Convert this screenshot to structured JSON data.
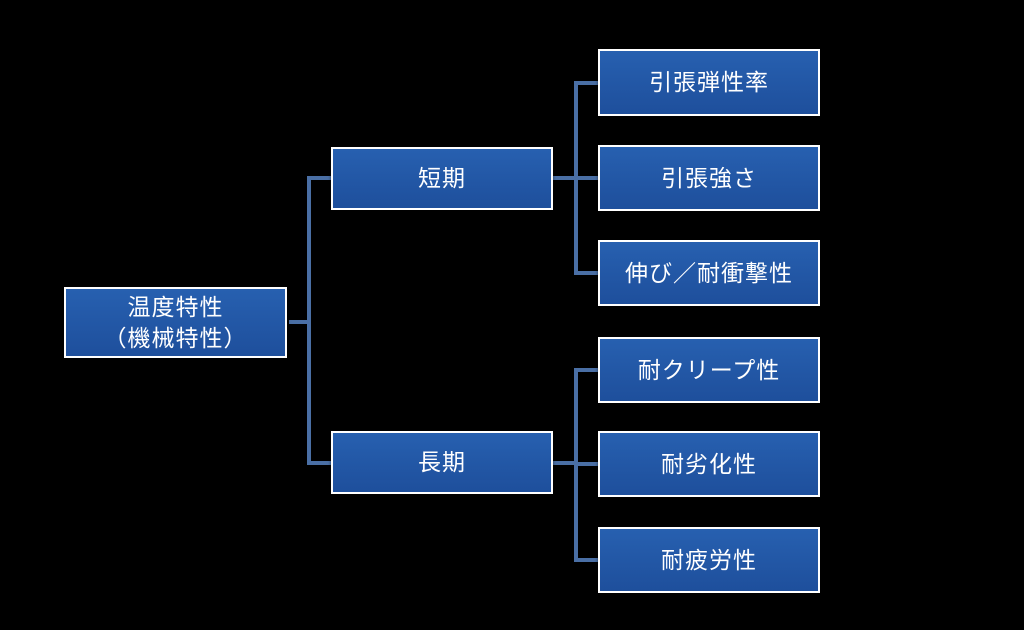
{
  "theme": {
    "background": "#000000",
    "node_fill_top": "#2760B0",
    "node_fill_bottom": "#1E4F9C",
    "node_border": "#FFFFFF",
    "node_text": "#FFFFFF",
    "connector": "#4A6FA5"
  },
  "diagram": {
    "type": "tree",
    "root": {
      "label_line1": "温度特性",
      "label_line2": "（機械特性）"
    },
    "branches": [
      {
        "label": "短期",
        "children": [
          {
            "label": "引張弾性率"
          },
          {
            "label": "引張強さ"
          },
          {
            "label": "伸び／耐衝撃性"
          }
        ]
      },
      {
        "label": "長期",
        "children": [
          {
            "label": "耐クリープ性"
          },
          {
            "label": "耐劣化性"
          },
          {
            "label": "耐疲労性"
          }
        ]
      }
    ]
  }
}
